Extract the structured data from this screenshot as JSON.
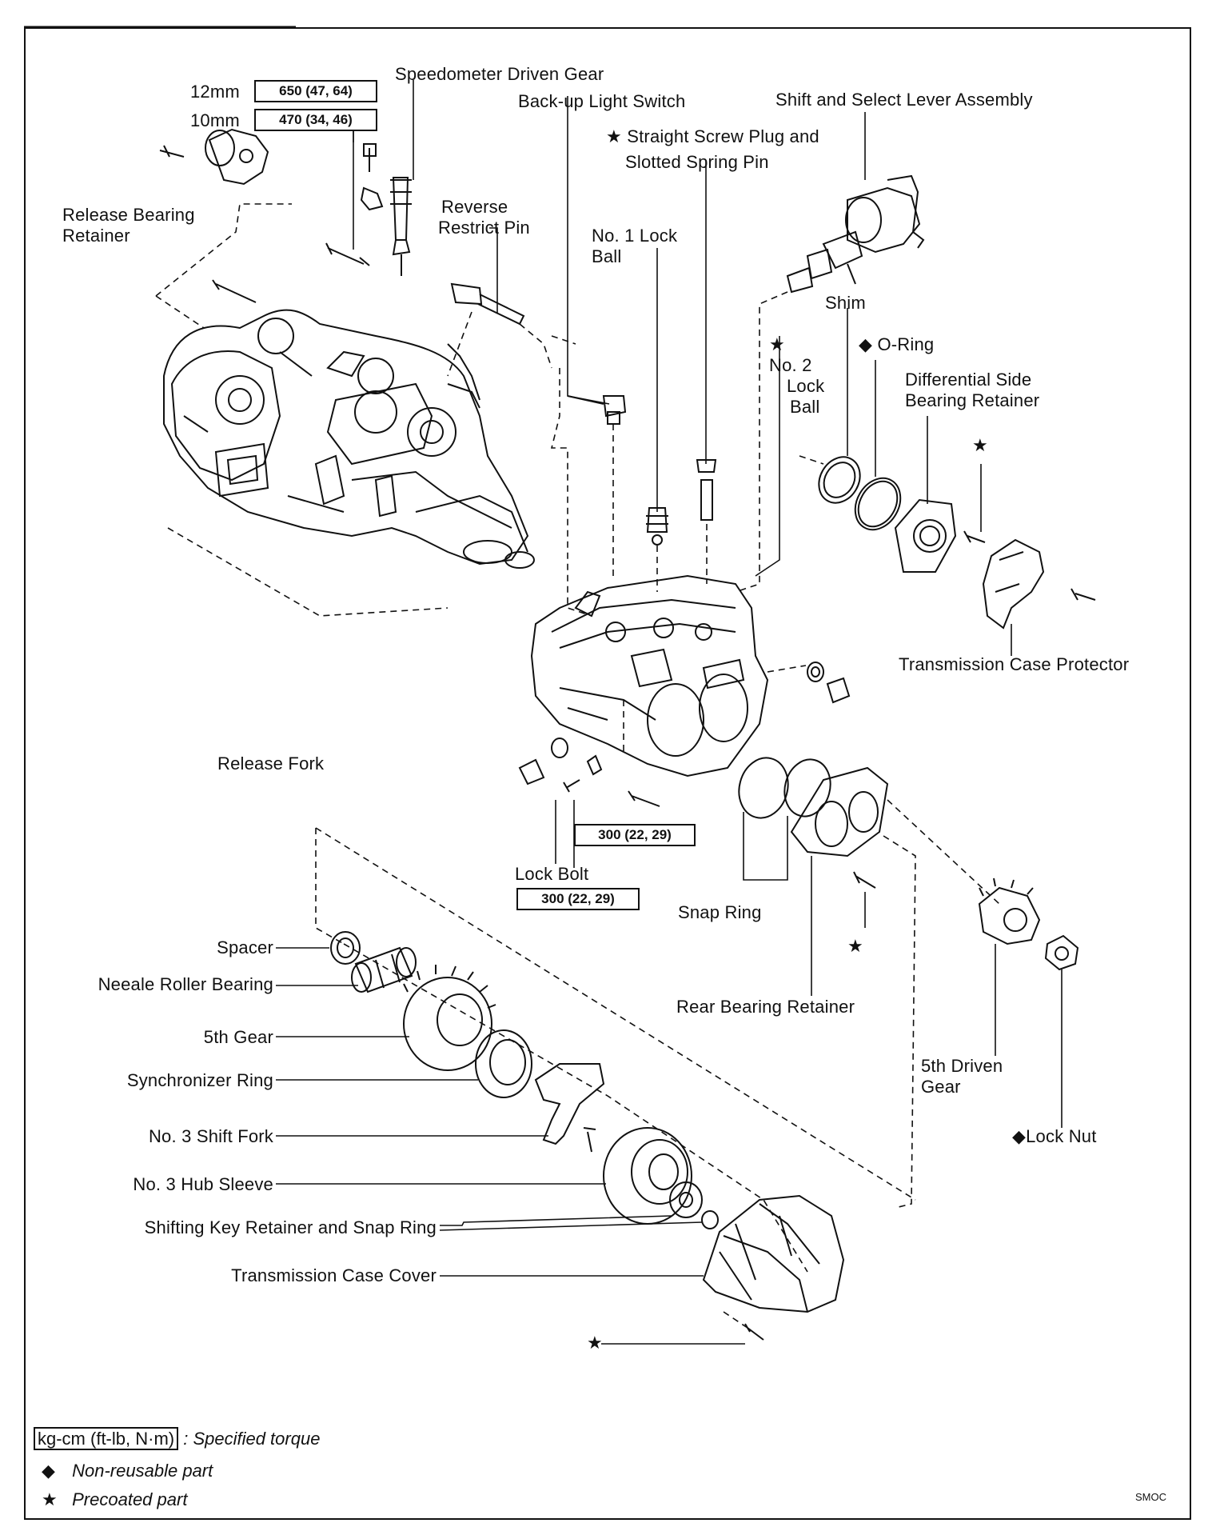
{
  "torque_specs": {
    "mm12_label": "12mm",
    "mm12_value": "650 (47, 64)",
    "mm10_label": "10mm",
    "mm10_value": "470 (34, 46)",
    "case_bolt_value": "300 (22, 29)",
    "lock_bolt_value": "300 (22, 29)"
  },
  "labels": {
    "speedometer_driven_gear": "Speedometer Driven Gear",
    "backup_light_switch": "Back-up Light Switch",
    "shift_select_lever": "Shift and Select Lever Assembly",
    "straight_screw_plug_1": "Straight Screw Plug and",
    "straight_screw_plug_2": "Slotted Spring Pin",
    "release_bearing_retainer_1": "Release Bearing",
    "release_bearing_retainer_2": "Retainer",
    "reverse_restrict_pin_1": "Reverse",
    "reverse_restrict_pin_2": "Restrict Pin",
    "no1_lock_ball_1": "No. 1 Lock",
    "no1_lock_ball_2": "Ball",
    "shim": "Shim",
    "no2_lock_ball_1": "No. 2",
    "no2_lock_ball_2": "Lock",
    "no2_lock_ball_3": "Ball",
    "o_ring": "O-Ring",
    "diff_side_bearing_retainer_1": "Differential Side",
    "diff_side_bearing_retainer_2": "Bearing Retainer",
    "transmission_case_protector": "Transmission Case Protector",
    "release_fork": "Release Fork",
    "lock_bolt": "Lock Bolt",
    "snap_ring": "Snap Ring",
    "rear_bearing_retainer": "Rear Bearing Retainer",
    "spacer": "Spacer",
    "needle_roller_bearing": "Neeale Roller Bearing",
    "fifth_gear": "5th Gear",
    "synchronizer_ring": "Synchronizer Ring",
    "no3_shift_fork": "No. 3 Shift Fork",
    "no3_hub_sleeve": "No. 3 Hub Sleeve",
    "shifting_key_retainer": "Shifting Key Retainer and Snap Ring",
    "transmission_case_cover": "Transmission Case Cover",
    "fifth_driven_gear_1": "5th Driven",
    "fifth_driven_gear_2": "Gear",
    "lock_nut": "Lock Nut"
  },
  "symbols": {
    "star": "★",
    "diamond": "◆"
  },
  "legend": {
    "torque_key": "kg-cm (ft-lb, N·m)",
    "torque_desc": ": Specified torque",
    "non_reusable": "Non-reusable part",
    "precoated": "Precoated part"
  },
  "figure_code": "SMOC"
}
